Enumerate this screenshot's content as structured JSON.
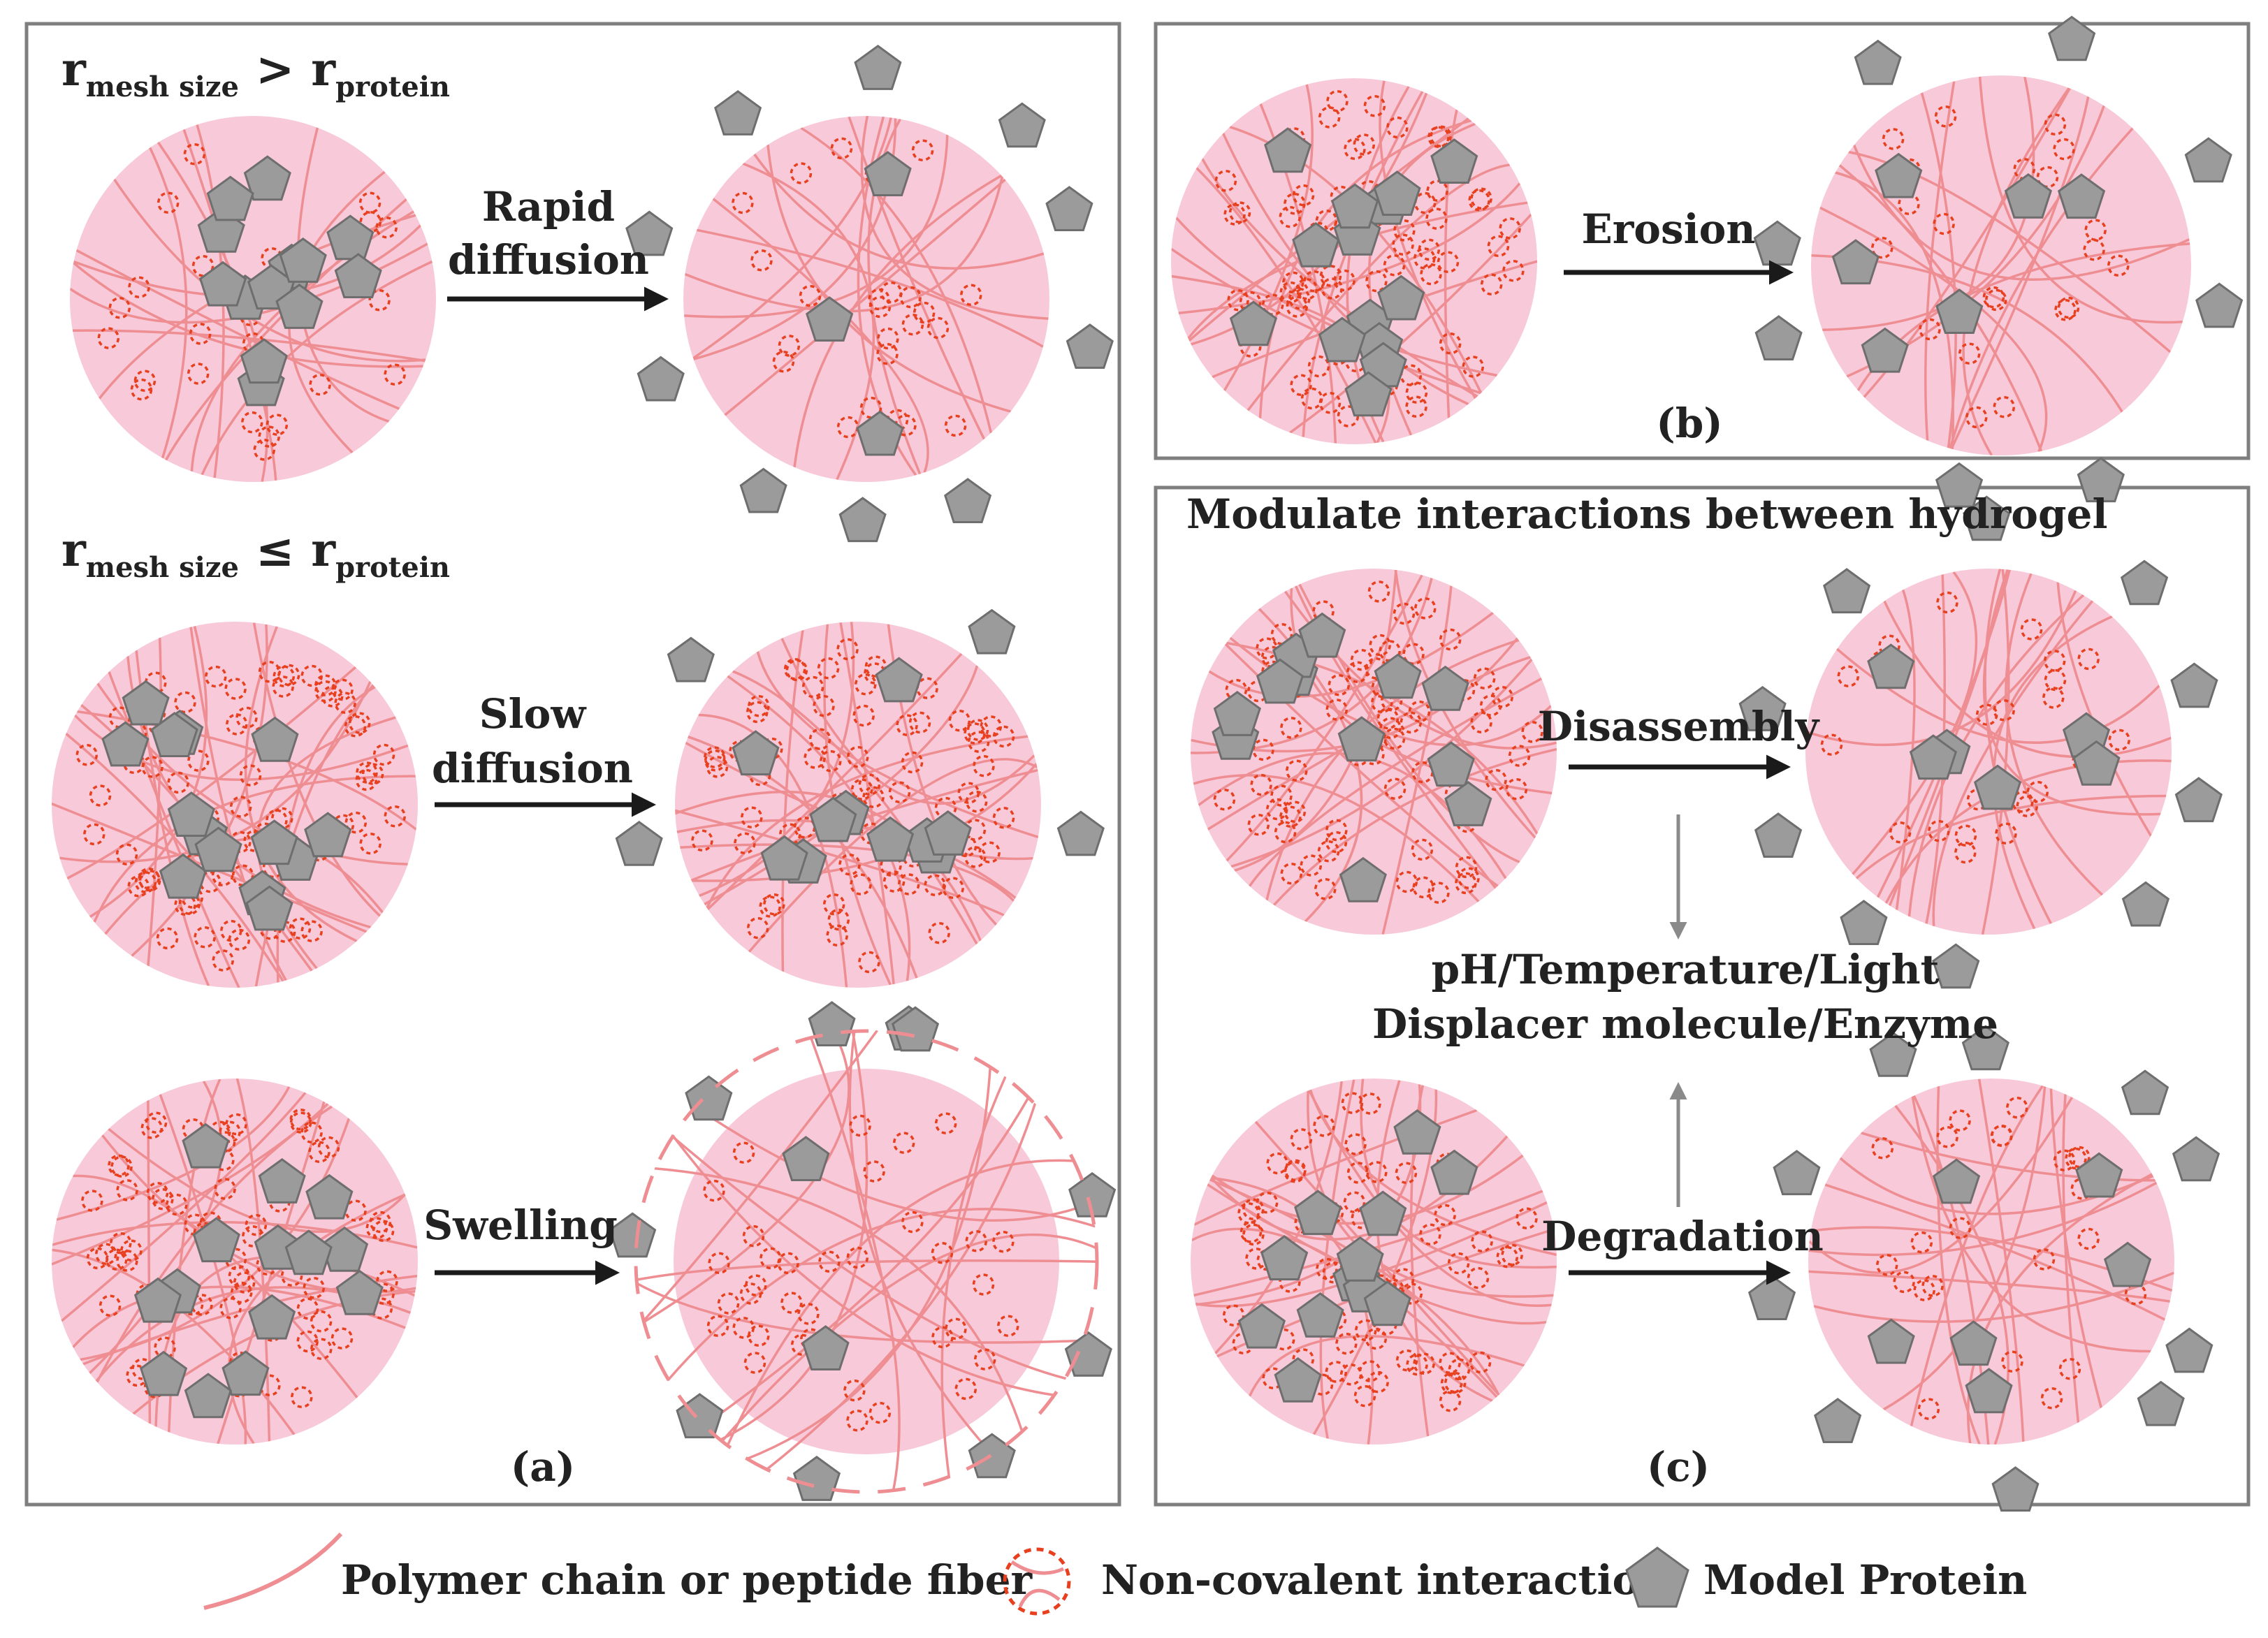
{
  "panel_a": {
    "cond1": {
      "main": "r",
      "sub": "mesh size",
      "op": ">",
      "main2": "r",
      "sub2": "protein"
    },
    "cond2": {
      "main": "r",
      "sub": "mesh size",
      "op": "≤",
      "main2": "r",
      "sub2": "protein"
    },
    "arrow1": [
      "Rapid",
      "diffusion"
    ],
    "arrow2": [
      "Slow",
      "diffusion"
    ],
    "arrow3": "Swelling",
    "tag": "(a)"
  },
  "panel_b": {
    "arrow": "Erosion",
    "tag": "(b)"
  },
  "panel_c": {
    "title": "Modulate interactions between hydrogel",
    "arrow_top": "Disassembly",
    "arrow_bottom": "Degradation",
    "stimuli": [
      "pH/Temperature/Light",
      "Displacer molecule/Enzyme"
    ],
    "tag": "(c)"
  },
  "legend": {
    "polymer": "Polymer chain or peptide fiber",
    "interaction": "Non-covalent interaction",
    "protein": "Model Protein"
  },
  "colors": {
    "gel_fill": "#f7c9d9",
    "chain": "#ee8e92",
    "interaction": "#e8401e",
    "protein": "#9b9b9b",
    "protein_stroke": "#6e6e6e",
    "frame": "#7f7f7f",
    "arrow": "#1a1a1a",
    "arrow_light": "#8a8a8a"
  }
}
